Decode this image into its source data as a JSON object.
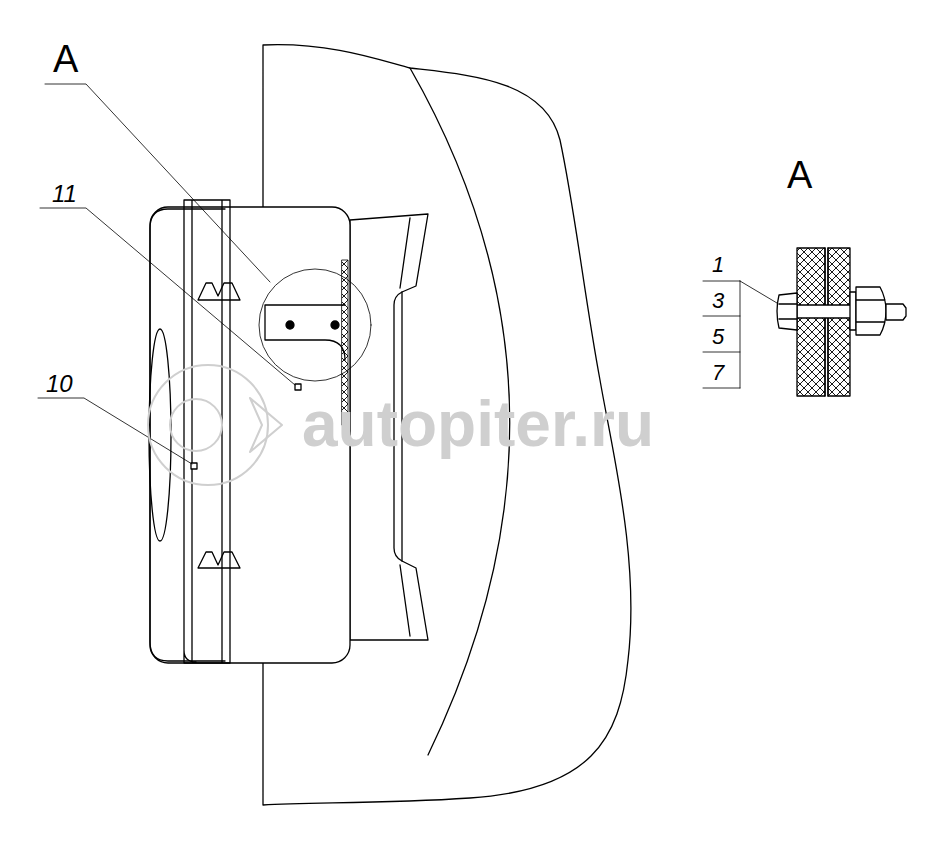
{
  "diagram": {
    "labels": [
      "A",
      "11",
      "10",
      "A",
      "1",
      "3",
      "5",
      "7",
      "autopiter.ru"
    ]
  }
}
